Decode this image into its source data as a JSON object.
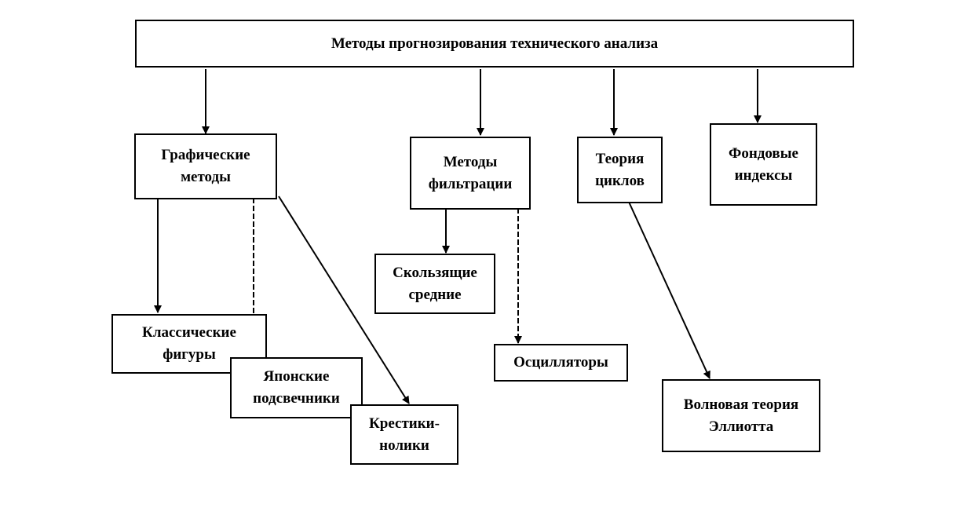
{
  "diagram": {
    "root": {
      "label": "Методы прогнозирования технического анализа"
    },
    "graphic": {
      "line1": "Графические",
      "line2": "методы"
    },
    "filtration": {
      "line1": "Методы",
      "line2": "фильтрации"
    },
    "cycles": {
      "line1": "Теория",
      "line2": "циклов"
    },
    "indices": {
      "line1": "Фондовые",
      "line2": "индексы"
    },
    "classic": {
      "line1": "Классические",
      "line2": "фигуры"
    },
    "japanese": {
      "line1": "Японские",
      "line2": "подсвечники"
    },
    "tictactoe": {
      "line1": "Крестики-",
      "line2": "нолики"
    },
    "moving": {
      "line1": "Скользящие",
      "line2": "средние"
    },
    "oscillators": {
      "label": "Осцилляторы"
    },
    "elliott": {
      "line1": "Волновая теория",
      "line2": "Эллиотта"
    }
  }
}
